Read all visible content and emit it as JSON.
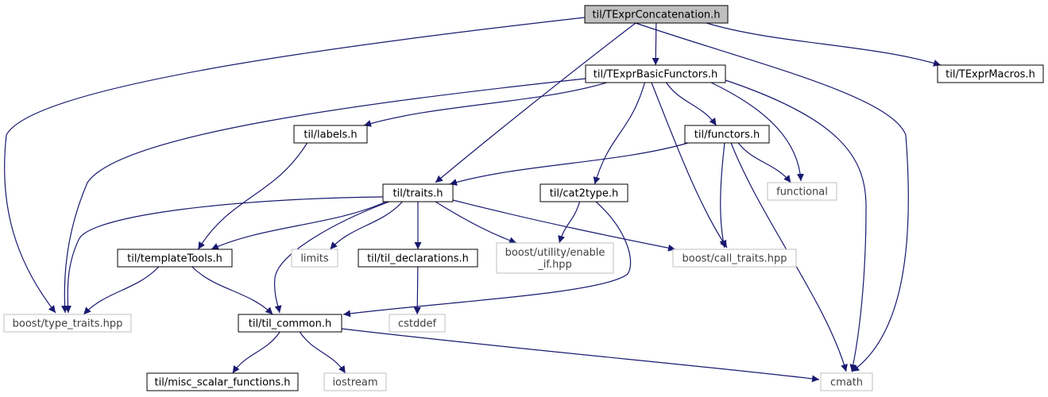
{
  "colors": {
    "edge": "#191970",
    "root_fill": "#bfbfbf",
    "documented_border": "#000000",
    "external_border": "#bfbfbf",
    "documented_text": "#000000",
    "external_text": "#000000"
  },
  "nodes": [
    {
      "id": "n_concat",
      "label": "til/TExprConcatenation.h",
      "kind": "root"
    },
    {
      "id": "n_basic",
      "label": "til/TExprBasicFunctors.h",
      "kind": "documented"
    },
    {
      "id": "n_macros",
      "label": "til/TExprMacros.h",
      "kind": "documented"
    },
    {
      "id": "n_labels",
      "label": "til/labels.h",
      "kind": "documented"
    },
    {
      "id": "n_functors",
      "label": "til/functors.h",
      "kind": "documented"
    },
    {
      "id": "n_functional",
      "label": "functional",
      "kind": "external"
    },
    {
      "id": "n_traits",
      "label": "til/traits.h",
      "kind": "documented"
    },
    {
      "id": "n_cat2type",
      "label": "til/cat2type.h",
      "kind": "documented"
    },
    {
      "id": "n_templatetools",
      "label": "til/templateTools.h",
      "kind": "documented"
    },
    {
      "id": "n_limits",
      "label": "limits",
      "kind": "external"
    },
    {
      "id": "n_tildecl",
      "label": "til/til_declarations.h",
      "kind": "documented"
    },
    {
      "id": "n_enableif",
      "label": [
        "boost/utility/enable",
        "_if.hpp"
      ],
      "kind": "external"
    },
    {
      "id": "n_calltraits",
      "label": "boost/call_traits.hpp",
      "kind": "external"
    },
    {
      "id": "n_typetraits",
      "label": "boost/type_traits.hpp",
      "kind": "external"
    },
    {
      "id": "n_tilcommon",
      "label": "til/til_common.h",
      "kind": "documented"
    },
    {
      "id": "n_cstddef",
      "label": "cstddef",
      "kind": "external"
    },
    {
      "id": "n_misc",
      "label": "til/misc_scalar_functions.h",
      "kind": "documented"
    },
    {
      "id": "n_iostream",
      "label": "iostream",
      "kind": "external"
    },
    {
      "id": "n_cmath",
      "label": "cmath",
      "kind": "external"
    }
  ],
  "edges": [
    [
      "n_concat",
      "n_basic"
    ],
    [
      "n_concat",
      "n_macros"
    ],
    [
      "n_concat",
      "n_traits"
    ],
    [
      "n_concat",
      "n_typetraits"
    ],
    [
      "n_concat",
      "n_cmath"
    ],
    [
      "n_basic",
      "n_labels"
    ],
    [
      "n_basic",
      "n_functors"
    ],
    [
      "n_basic",
      "n_functional"
    ],
    [
      "n_basic",
      "n_cat2type"
    ],
    [
      "n_basic",
      "n_calltraits"
    ],
    [
      "n_basic",
      "n_typetraits"
    ],
    [
      "n_basic",
      "n_cmath"
    ],
    [
      "n_labels",
      "n_templatetools"
    ],
    [
      "n_functors",
      "n_traits"
    ],
    [
      "n_functors",
      "n_functional"
    ],
    [
      "n_functors",
      "n_calltraits"
    ],
    [
      "n_functors",
      "n_cmath"
    ],
    [
      "n_traits",
      "n_templatetools"
    ],
    [
      "n_traits",
      "n_limits"
    ],
    [
      "n_traits",
      "n_tildecl"
    ],
    [
      "n_traits",
      "n_enableif"
    ],
    [
      "n_traits",
      "n_calltraits"
    ],
    [
      "n_traits",
      "n_typetraits"
    ],
    [
      "n_traits",
      "n_tilcommon"
    ],
    [
      "n_cat2type",
      "n_enableif"
    ],
    [
      "n_cat2type",
      "n_tilcommon"
    ],
    [
      "n_templatetools",
      "n_typetraits"
    ],
    [
      "n_templatetools",
      "n_tilcommon"
    ],
    [
      "n_tildecl",
      "n_cstddef"
    ],
    [
      "n_tilcommon",
      "n_misc"
    ],
    [
      "n_tilcommon",
      "n_iostream"
    ],
    [
      "n_tilcommon",
      "n_cmath"
    ]
  ]
}
